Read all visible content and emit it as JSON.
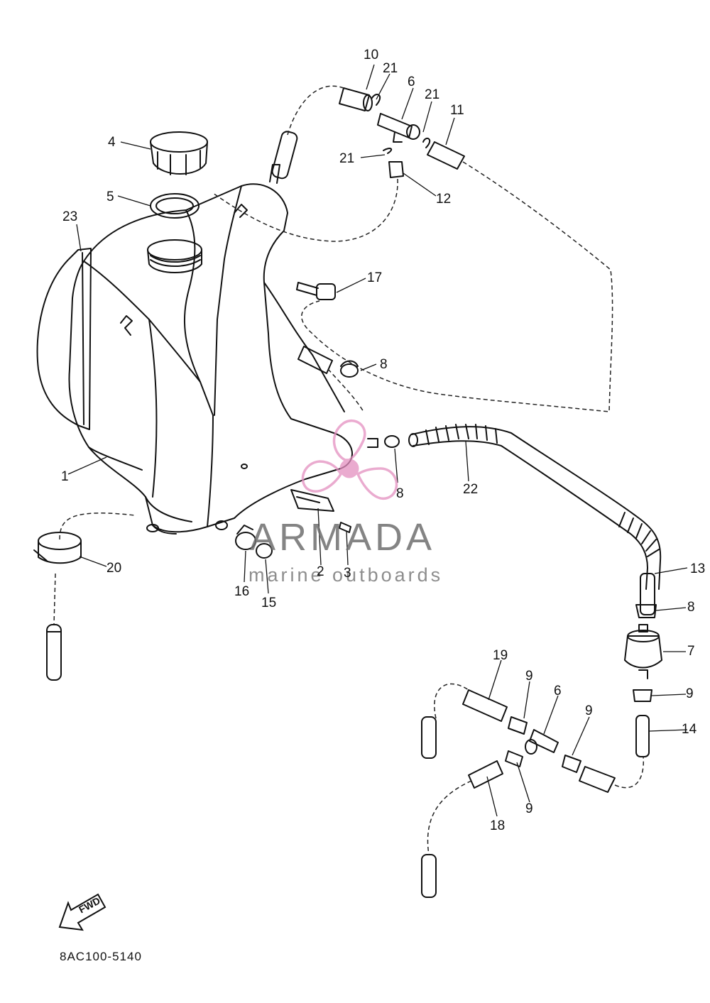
{
  "diagram": {
    "callouts": [
      "10",
      "21",
      "6",
      "21",
      "11",
      "4",
      "21",
      "12",
      "5",
      "23",
      "17",
      "8",
      "8",
      "22",
      "1",
      "2",
      "3",
      "16",
      "15",
      "20",
      "13",
      "8",
      "7",
      "19",
      "9",
      "6",
      "9",
      "9",
      "14",
      "9",
      "18"
    ],
    "part_code": "8AC100-5140",
    "fwd_label": "FWD"
  },
  "watermark": {
    "name": "ARMADA",
    "tagline": "marine outboards",
    "color": "#e48fc0"
  }
}
